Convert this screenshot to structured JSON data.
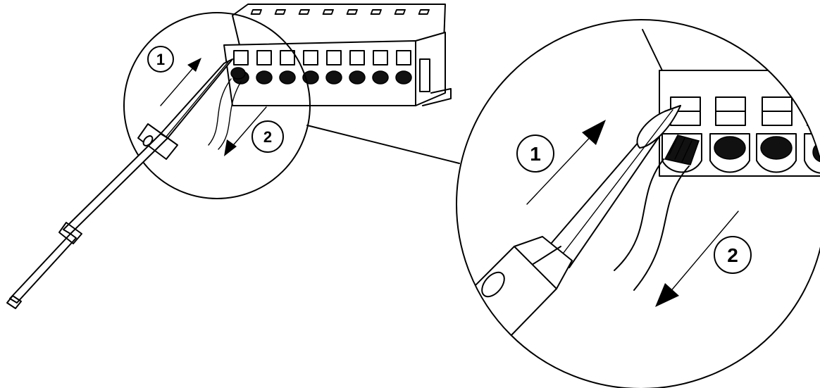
{
  "diagram": {
    "step_labels": {
      "overview_insert": "1",
      "overview_pull": "2",
      "detail_insert": "1",
      "detail_pull": "2"
    },
    "colors": {
      "line": "#000000",
      "background": "#ffffff",
      "wire_core": "#111111"
    }
  }
}
